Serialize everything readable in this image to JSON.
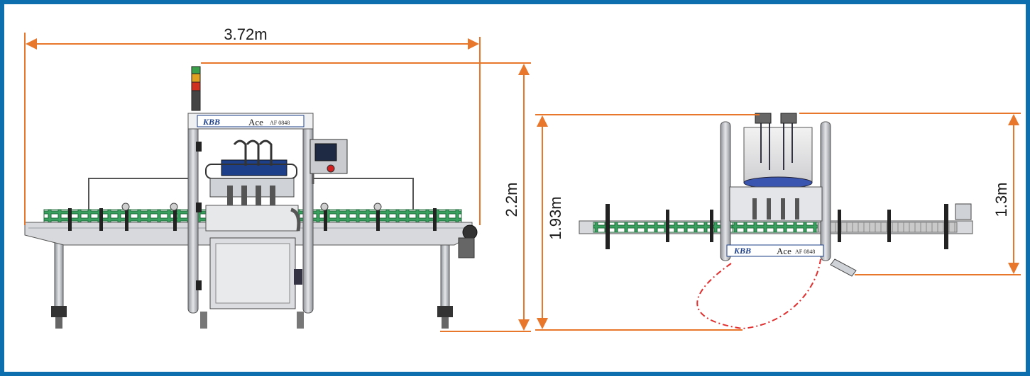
{
  "dimensions": {
    "front_width": "3.72m",
    "front_height": "2.2m",
    "side_height_total": "1.93m",
    "side_height_conveyor": "1.3m"
  },
  "machine_labels": {
    "brand": "KBB",
    "model": "Ace",
    "model_suffix": "AF 0848"
  },
  "colors": {
    "frame_border": "#0e6fae",
    "dimension_line": "#e8762b",
    "conveyor_green": "#3aa060",
    "brand_blue": "#1d3f8a",
    "door_swing": "#e03030"
  },
  "icons": [
    "signal-tower-icon",
    "touch-panel-icon",
    "emergency-stop-icon"
  ]
}
